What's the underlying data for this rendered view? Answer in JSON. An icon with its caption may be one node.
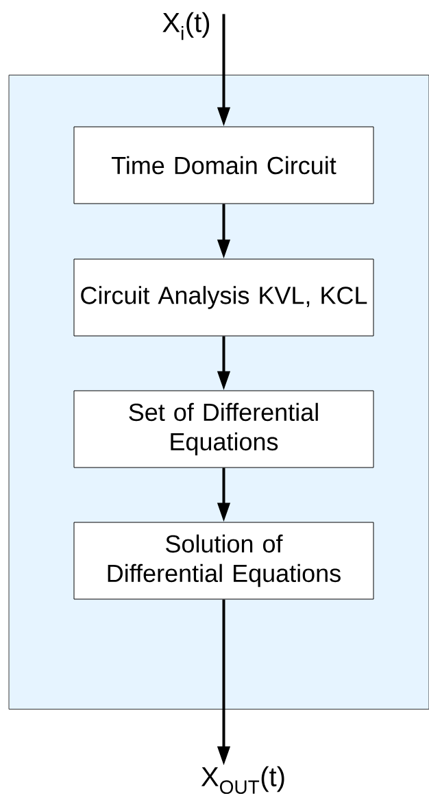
{
  "diagram": {
    "nodes": [
      {
        "text": [],
        "shape": "box"
      },
      {
        "text": [
          "Time Domain Circuit"
        ],
        "in": 0
      },
      {
        "text": [
          "Circuit Analysis KVL, KCL"
        ],
        "in": 0
      },
      {
        "text": [
          "Set of Differential Equations"
        ],
        "in": 0
      },
      {
        "text": [
          "Solution of Differential Equations"
        ],
        "in": 0
      },
      {
        "text": [
          "X$_{i}$(t)"
        ]
      },
      {
        "text": [
          "X$_{OUT}$(t)"
        ]
      }
    ],
    "edges": [
      {
        "from": 5,
        "to": 1,
        "arrow": "to"
      },
      {
        "from": 1,
        "to": 2,
        "arrow": "to"
      },
      {
        "from": 2,
        "to": 3,
        "arrow": "to"
      },
      {
        "from": 3,
        "to": 4,
        "arrow": "to"
      },
      {
        "from": 4,
        "to": 6,
        "arrow": "to"
      }
    ]
  }
}
